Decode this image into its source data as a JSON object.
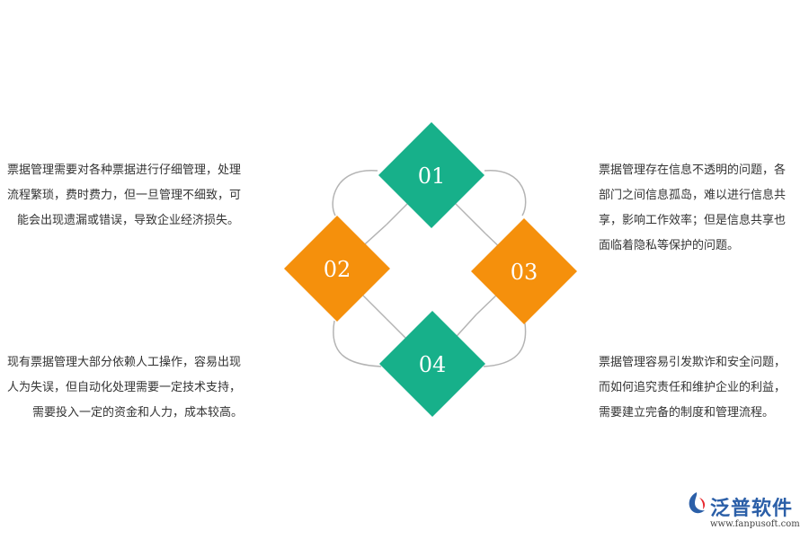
{
  "diagram": {
    "items": [
      {
        "number": "01",
        "color": "#17b08a"
      },
      {
        "number": "02",
        "color": "#f5900c"
      },
      {
        "number": "03",
        "color": "#f5900c"
      },
      {
        "number": "04",
        "color": "#17b08a"
      }
    ],
    "connector_color": "#b4b4b4"
  },
  "texts": {
    "top_left": [
      "票据管理需要对各种票据进行仔细管理，处理",
      "流程繁琐，费时费力，但一旦管理不细致，可",
      "能会出现遗漏或错误，导致企业经济损失。"
    ],
    "bottom_left": [
      "现有票据管理大部分依赖人工操作，容易出现",
      "人为失误，但自动化处理需要一定技术支持，",
      "需要投入一定的资金和人力，成本较高。"
    ],
    "top_right": [
      "票据管理存在信息不透明的问题，各",
      "部门之间信息孤岛，难以进行信息共",
      "享，影响工作效率；但是信息共享也",
      "面临着隐私等保护的问题。"
    ],
    "bottom_right": [
      "票据管理容易引发欺诈和安全问题，",
      "而如何追究责任和维护企业的利益，",
      "需要建立完备的制度和管理流程。"
    ]
  },
  "logo": {
    "name": "泛普软件",
    "url": "www.fanpusoft.com",
    "color": "#2b5fa8"
  }
}
